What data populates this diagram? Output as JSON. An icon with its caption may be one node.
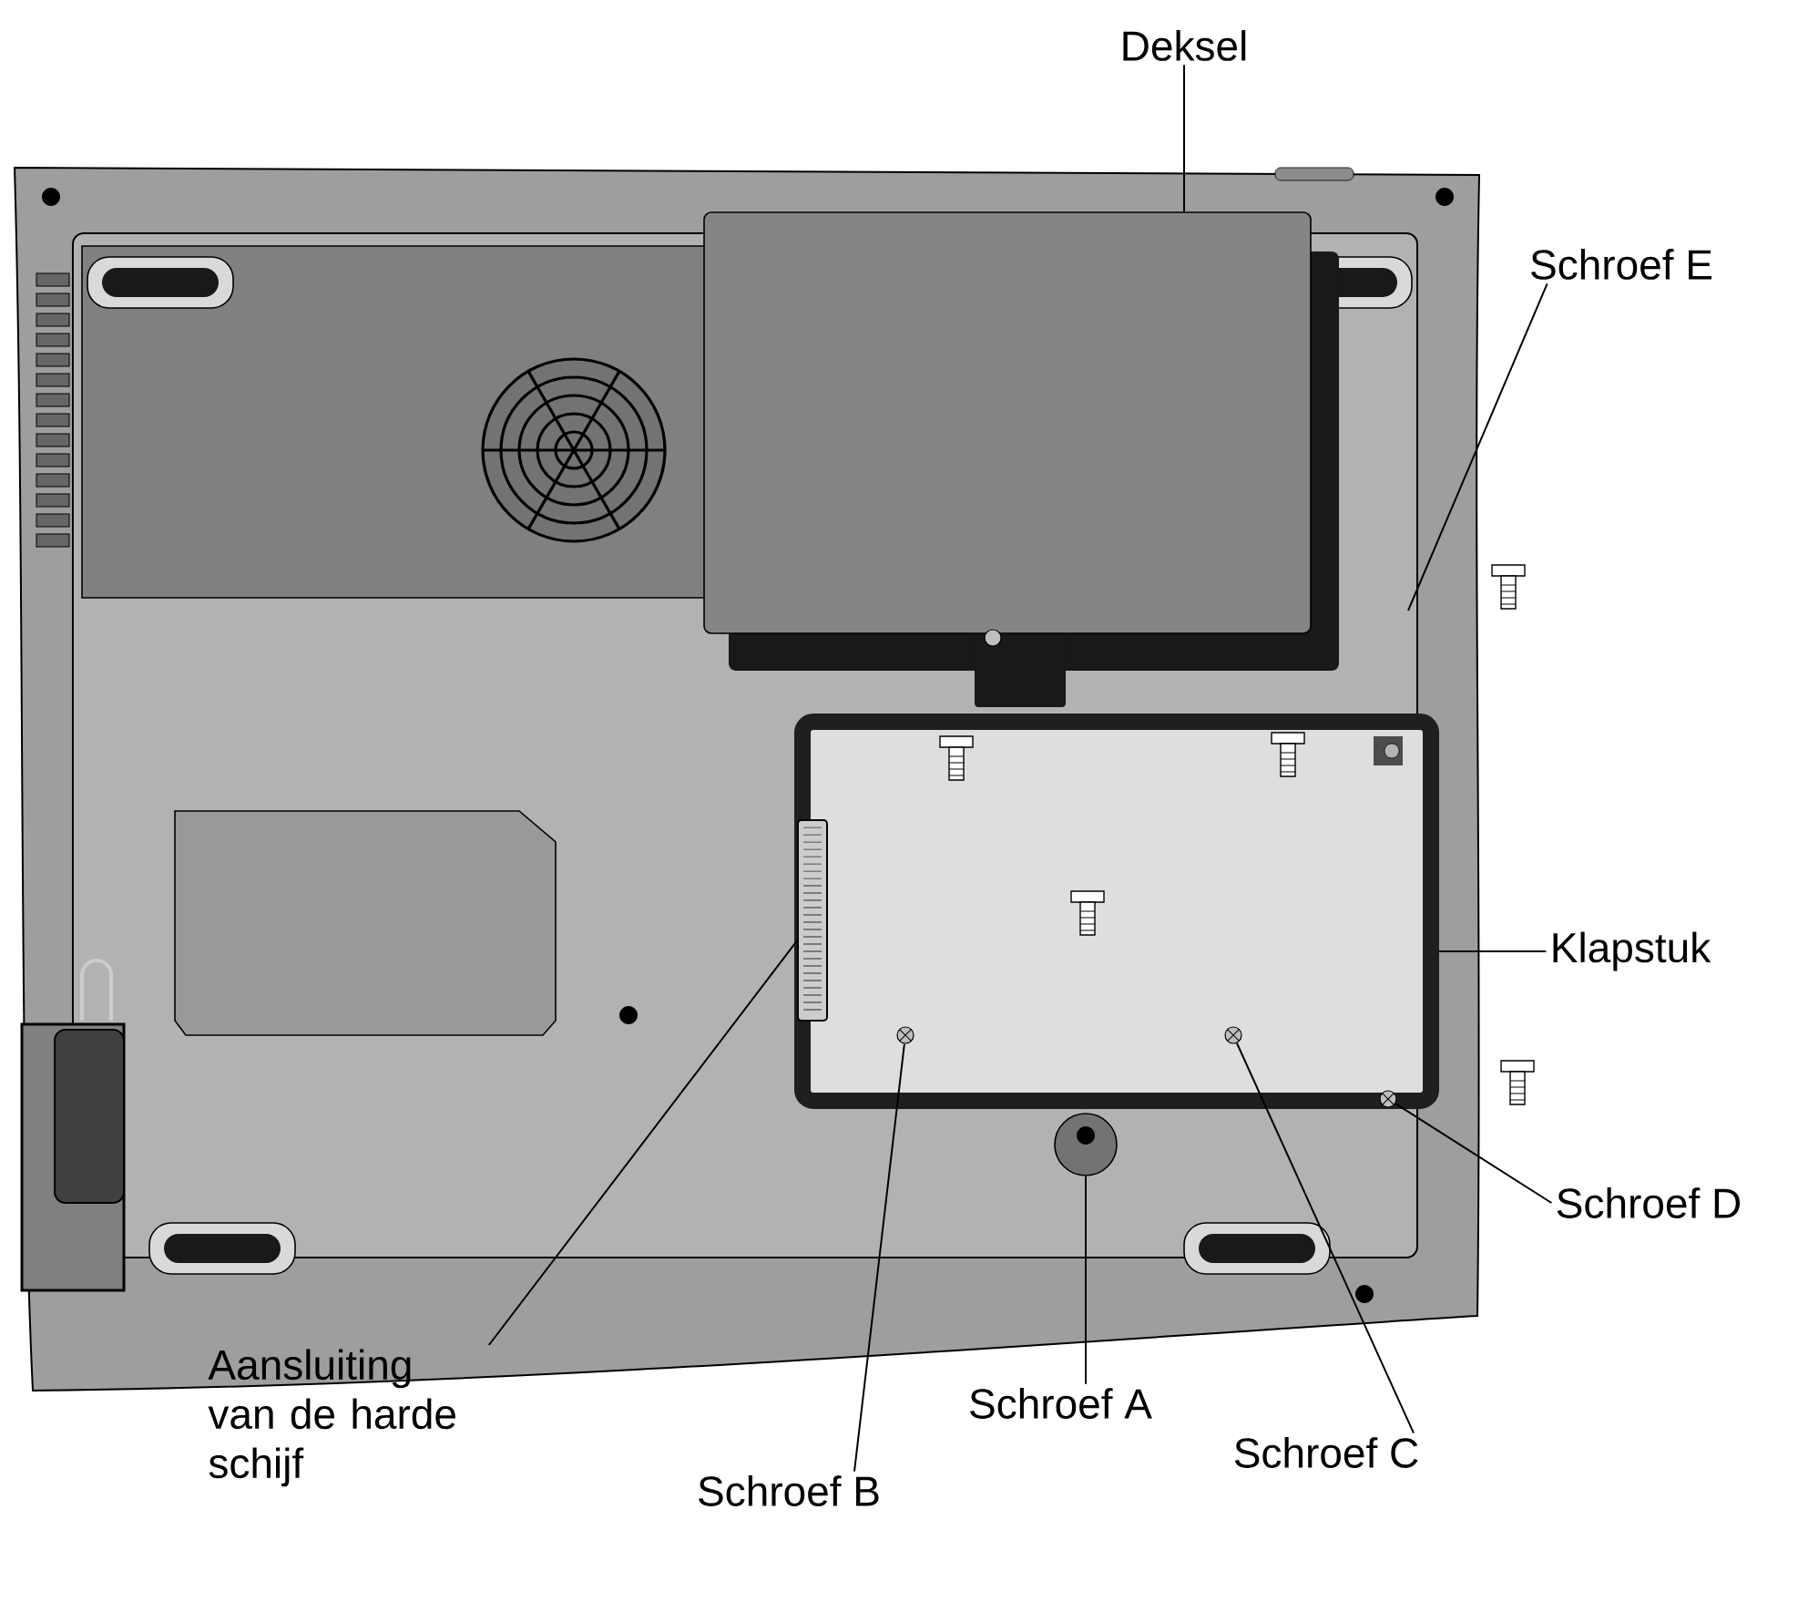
{
  "diagram": {
    "nodes": [
      {
        "text": [
          "Deksel"
        ]
      },
      {
        "text": [],
        "shape": "box"
      },
      {
        "text": [
          "Schroef E"
        ]
      },
      {
        "text": [
          "Klapstuk"
        ]
      },
      {
        "text": [],
        "shape": "box"
      },
      {
        "text": [
          "Schroef D"
        ]
      },
      {
        "text": [],
        "shape": "circle",
        "in": 4
      },
      {
        "text": [
          "Schroef C"
        ]
      },
      {
        "text": [],
        "shape": "circle",
        "in": 4
      },
      {
        "text": [
          "Schroef A"
        ]
      },
      {
        "text": [],
        "shape": "circle"
      },
      {
        "text": [
          "Schroef B"
        ]
      },
      {
        "text": [],
        "shape": "circle",
        "in": 4
      },
      {
        "text": [
          "Aansluiting van de harde schijf"
        ]
      },
      {
        "text": [],
        "shape": "bar"
      }
    ],
    "edges": [
      {
        "from": 0,
        "to": 1,
        "arrow": "none"
      },
      {
        "from": 2,
        "to": null,
        "arrow": "none"
      },
      {
        "from": 3,
        "to": 4,
        "arrow": "none"
      },
      {
        "from": 5,
        "to": 6,
        "arrow": "none"
      },
      {
        "from": 7,
        "to": 8,
        "arrow": "none"
      },
      {
        "from": 9,
        "to": 10,
        "arrow": "none"
      },
      {
        "from": 11,
        "to": 12,
        "arrow": "none"
      },
      {
        "from": 13,
        "to": 14,
        "arrow": "none"
      }
    ]
  }
}
